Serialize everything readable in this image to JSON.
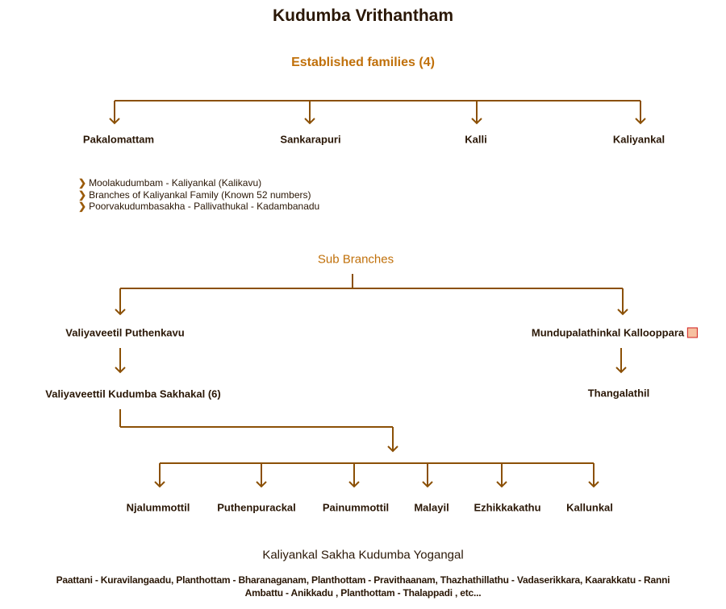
{
  "title": "Kudumba Vrithantham",
  "established": {
    "heading": "Established families (4)",
    "families": [
      "Pakalomattam",
      "Sankarapuri",
      "Kalli",
      "Kaliyankal"
    ]
  },
  "links": [
    "Moolakudumbam - Kaliyankal (Kalikavu)",
    "Branches of Kaliyankal Family (Known 52 numbers)",
    "Poorvakudumbasakha - Pallivathukal - Kadambanadu"
  ],
  "sub_branches": {
    "heading": "Sub Branches",
    "left": "Valiyaveetil Puthenkavu",
    "left_child": "Valiyaveettil Kudumba Sakhakal (6)",
    "right": "Mundupalathinkal Kallooppara",
    "right_child": "Thangalathil",
    "sakhakal": [
      "Njalummottil",
      "Puthenpurackal",
      "Painummottil",
      "Malayil",
      "Ezhikkakathu",
      "Kallunkal"
    ]
  },
  "yogangal": {
    "heading": "Kaliyankal Sakha Kudumba Yogangal",
    "line1": "Paattani - Kuravilangaadu, Planthottam - Bharanaganam, Planthottam - Pravithaanam, Thazhathillathu - Vadaserikkara, Kaarakkatu - Ranni",
    "line2": "Ambattu - Anikkadu , Planthottam - Thalappadi , etc..."
  },
  "colors": {
    "line": "#8b5006",
    "accent": "#c0700a",
    "text": "#2a1706"
  }
}
